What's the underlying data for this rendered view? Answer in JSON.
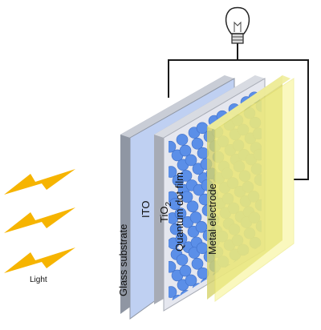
{
  "labels": {
    "light": "Light",
    "glass_substrate": "Glass substrate",
    "ito": "ITO",
    "tio2_main": "TiO",
    "tio2_sub": "2",
    "quantum_dot_film": "Quantum dot film",
    "metal_electrode": "Metal electrode"
  },
  "icons": {
    "light_source": "light-bulb-icon",
    "light_rays": "lightning-bolt-icon"
  },
  "colors": {
    "glass_front": "#bfd0f2",
    "glass_edge": "#8f96a3",
    "tio2_front": "#e5e7ef",
    "tio2_edge": "#a7abb5",
    "qd_dot": "#5b8fe8",
    "electrode_front": "#f7f48a",
    "electrode_edge": "#e8e467",
    "bolt": "#f6b400",
    "wire": "#1a1a1a"
  }
}
